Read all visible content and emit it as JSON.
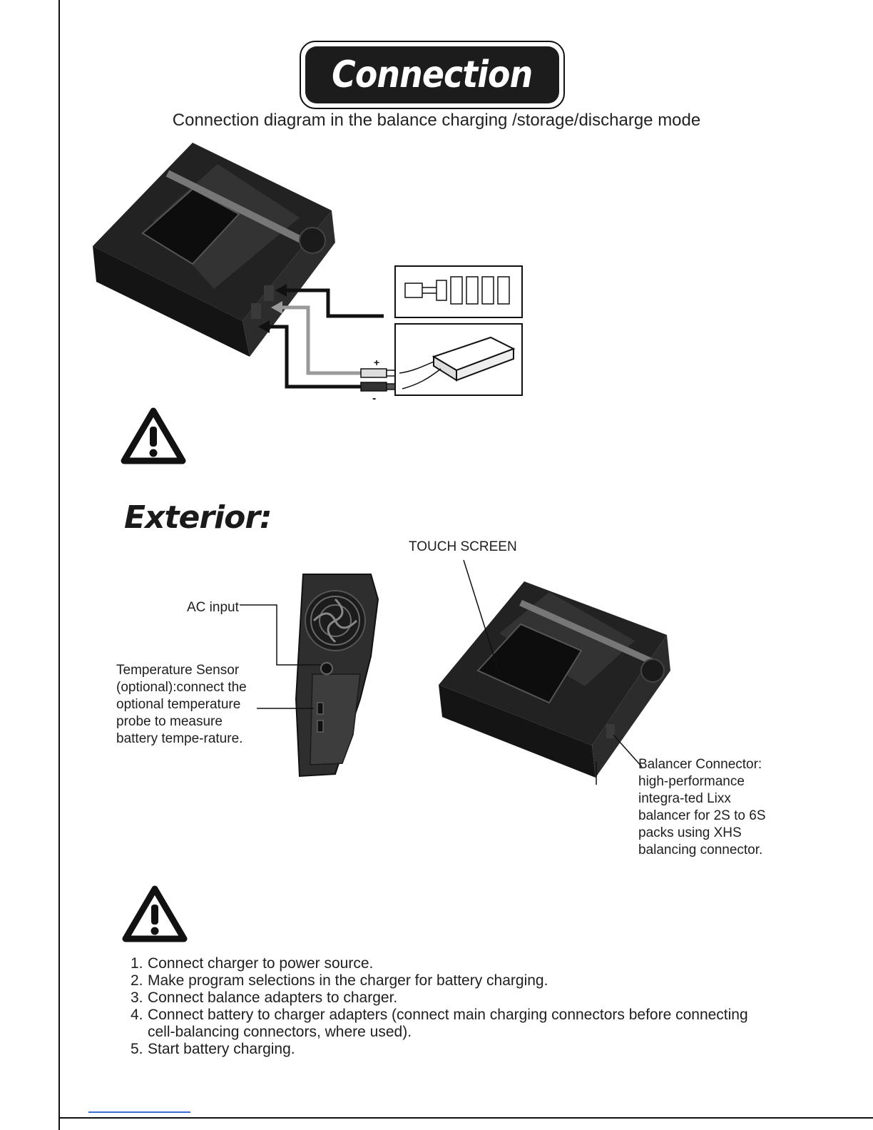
{
  "header": {
    "title": "Connection",
    "subtitle": "Connection diagram in the balance charging /storage/discharge mode"
  },
  "diagram": {
    "plus_sign": "+",
    "minus_sign": "-"
  },
  "exterior": {
    "heading": "Exterior:",
    "touch_screen_label": "TOUCH SCREEN",
    "ac_input_label": "AC input",
    "temperature_sensor_lines": [
      "Temperature Sensor",
      "(optional):connect the",
      "optional temperature",
      "probe to measure",
      "battery tempe-rature."
    ],
    "balancer_lines": [
      "Balancer Connector:",
      "high-performance",
      "integra-ted Lixx",
      "balancer for 2S to 6S",
      "packs using XHS",
      "balancing connector."
    ]
  },
  "steps": [
    {
      "num": "1.",
      "text": "Connect charger to power source."
    },
    {
      "num": "2.",
      "text": "Make program selections in the charger for battery charging."
    },
    {
      "num": "3.",
      "text": "Connect balance adapters to charger."
    },
    {
      "num": "4.",
      "text": "Connect battery to charger adapters (connect main charging connectors before connecting cell-balancing connectors, where used)."
    },
    {
      "num": "5.",
      "text": "Start battery charging."
    }
  ],
  "colors": {
    "charger_body": "#1b1b1b",
    "screen": "#0e0e0e",
    "grey_lead": "#9a9a9a"
  }
}
